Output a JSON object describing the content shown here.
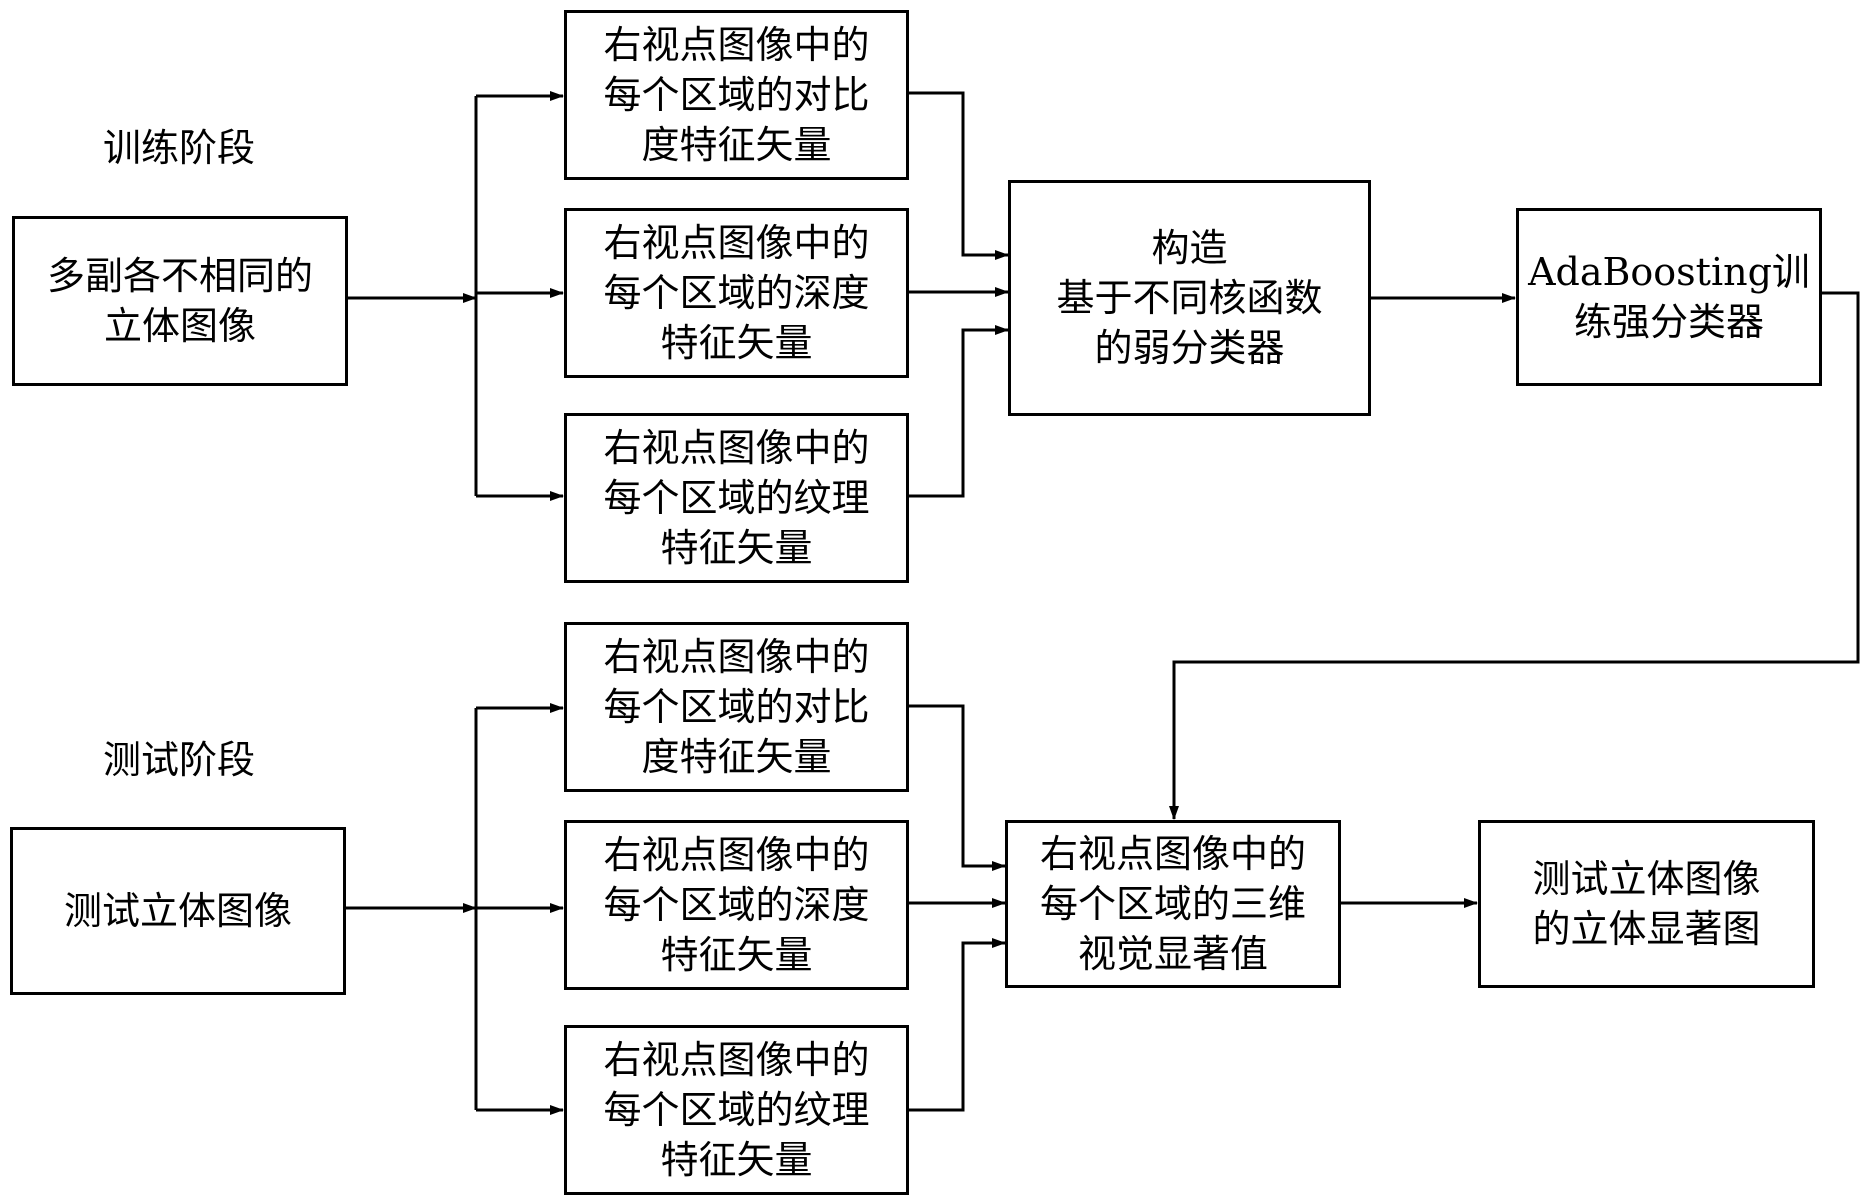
{
  "training": {
    "stage_label": "训练阶段",
    "input": "多副各不相同的\n立体图像",
    "features": [
      "右视点图像中的\n每个区域的对比\n度特征矢量",
      "右视点图像中的\n每个区域的深度\n特征矢量",
      "右视点图像中的\n每个区域的纹理\n特征矢量"
    ],
    "construct": "构造\n基于不同核函数\n的弱分类器",
    "adaboost": "AdaBoosting训\n练强分类器"
  },
  "testing": {
    "stage_label": "测试阶段",
    "input": "测试立体图像",
    "features": [
      "右视点图像中的\n每个区域的对比\n度特征矢量",
      "右视点图像中的\n每个区域的深度\n特征矢量",
      "右视点图像中的\n每个区域的纹理\n特征矢量"
    ],
    "saliency_value": "右视点图像中的\n每个区域的三维\n视觉显著值",
    "saliency_map": "测试立体图像\n的立体显著图"
  }
}
